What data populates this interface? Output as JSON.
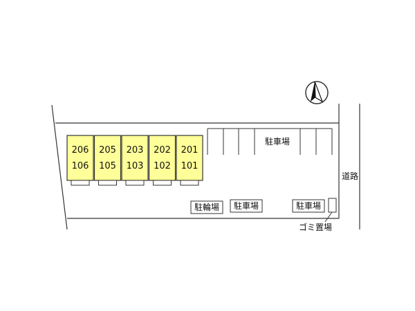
{
  "units": [
    {
      "upper": "206",
      "lower": "106"
    },
    {
      "upper": "205",
      "lower": "105"
    },
    {
      "upper": "203",
      "lower": "103"
    },
    {
      "upper": "202",
      "lower": "102"
    },
    {
      "upper": "201",
      "lower": "101"
    }
  ],
  "labels": {
    "parking_main": "駐車場",
    "parking_center": "駐車場",
    "parking_right": "駐車場",
    "bicycle_parking": "駐輪場",
    "garbage": "ゴミ置場",
    "road": "道路"
  },
  "colors": {
    "unit_fill": "#ffff99",
    "line": "#333333"
  },
  "icons": {
    "north": "north-arrow-icon"
  }
}
